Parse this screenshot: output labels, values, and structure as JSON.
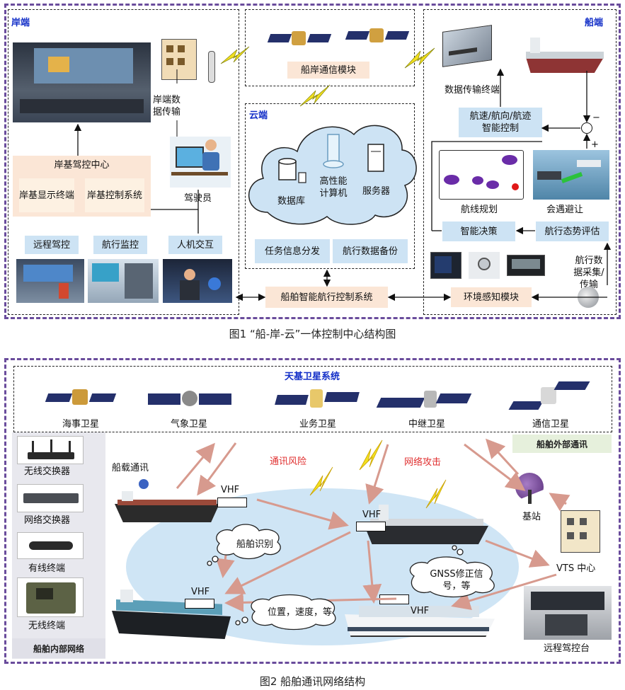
{
  "fig1": {
    "caption": "图1 “船-岸-云”一体控制中心结构图",
    "shore": {
      "title": "岸端",
      "center": "岸基驾控中心",
      "display": "岸基显示终端",
      "control": "岸基控制系统",
      "transfer": "岸端数据传输",
      "driver": "驾驶员",
      "remote": "远程驾控",
      "monitor": "航行监控",
      "hci": "人机交互"
    },
    "comm_module": "船岸通信模块",
    "cloud": {
      "title": "云端",
      "database": "数据库",
      "hpc": "高性能计算机",
      "server": "服务器",
      "dispatch": "任务信息分发",
      "backup": "航行数据备份"
    },
    "central_system": "船舶智能航行控制系统",
    "ship": {
      "title": "船端",
      "terminal": "数据传输终端",
      "speed_ctrl": "航速/航向/航迹智能控制",
      "route": "航线规划",
      "avoid": "会遇避让",
      "decision": "智能决策",
      "situation": "航行态势评估",
      "acquire": "航行数据采集/传输",
      "env": "环境感知模块",
      "minus": "−",
      "plus": "+"
    }
  },
  "fig2": {
    "caption": "图2 船舶通讯网络结构",
    "sat_title": "天基卫星系统",
    "sats": [
      "海事卫星",
      "气象卫星",
      "业务卫星",
      "中继卫星",
      "通信卫星"
    ],
    "external": "船舶外部通讯",
    "internal": "船舶内部网络",
    "devices": [
      "无线交换器",
      "网络交换器",
      "有线终端",
      "无线终端"
    ],
    "ship_comm": "船载通讯",
    "risk": "通讯风险",
    "attack": "网络攻击",
    "vhf": "VHF",
    "id": "船舶识别",
    "gnss": "GNSS修正信号，等",
    "pos": "位置，速度，等",
    "base": "基站",
    "vts": "VTS 中心",
    "remote_console": "远程驾控台"
  }
}
